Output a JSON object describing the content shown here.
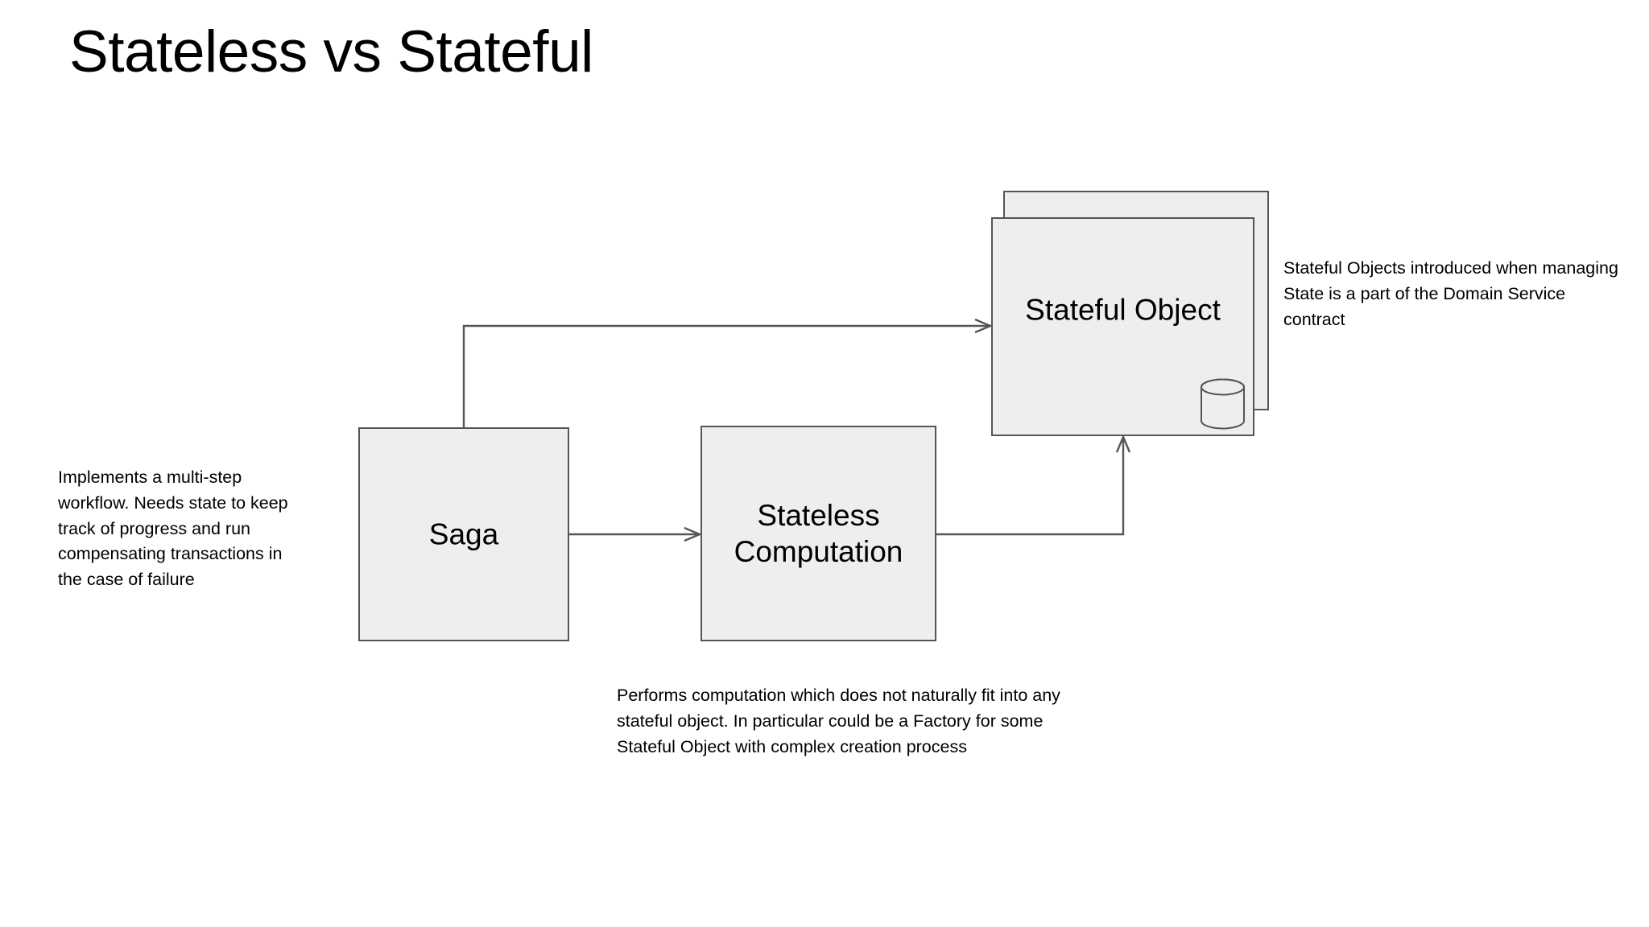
{
  "slide": {
    "title": "Stateless vs Stateful"
  },
  "nodes": {
    "saga": {
      "label": "Saga",
      "fill": "#eeeeee",
      "stroke": "#555555"
    },
    "stateless": {
      "label": "Stateless\nComputation",
      "fill": "#eeeeee",
      "stroke": "#555555"
    },
    "stateful": {
      "label": "Stateful Object",
      "fill": "#eeeeee",
      "stroke": "#555555",
      "icon": "database-cylinder-icon"
    }
  },
  "notes": {
    "saga": "Implements a multi-step workflow. Needs state to keep track of progress and run compensating transactions in the case of failure",
    "stateless": "Performs computation which does not naturally fit into any stateful object. In particular could be a Factory for some Stateful Object with complex creation process",
    "stateful": "Stateful Objects introduced when managing State is a part of the Domain Service contract"
  },
  "edges": [
    {
      "name": "saga-to-stateful",
      "from": "saga",
      "to": "stateful",
      "style": "orthogonal",
      "arrow": "open-right"
    },
    {
      "name": "saga-to-stateless",
      "from": "saga",
      "to": "stateless",
      "style": "straight",
      "arrow": "open-right"
    },
    {
      "name": "stateless-to-stateful",
      "from": "stateless",
      "to": "stateful",
      "style": "orthogonal",
      "arrow": "open-up"
    }
  ],
  "colors": {
    "background": "#ffffff",
    "node_fill": "#eeeeee",
    "node_stroke": "#555555",
    "text": "#000000"
  }
}
